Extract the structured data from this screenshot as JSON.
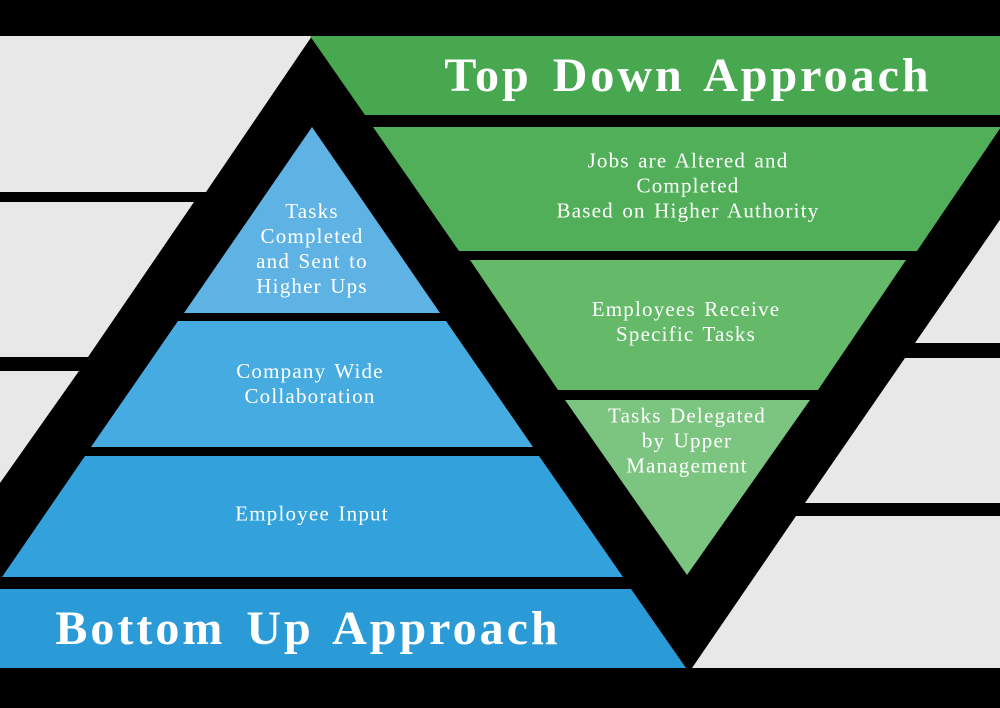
{
  "bottom_up": {
    "title": "Bottom Up Approach",
    "levels": [
      {
        "label": "Tasks\nCompleted\nand Sent to\nHigher Ups"
      },
      {
        "label": "Company Wide\nCollaboration"
      },
      {
        "label": "Employee Input"
      }
    ]
  },
  "top_down": {
    "title": "Top Down Approach",
    "levels": [
      {
        "label": "Jobs are Altered and Completed\nBased on Higher Authority"
      },
      {
        "label": "Employees Receive\nSpecific Tasks"
      },
      {
        "label": "Tasks Delegated\nby Upper\nManagement"
      }
    ]
  },
  "colors": {
    "background": "#000000",
    "backdrop_stripes": "#e8e8e8",
    "text": "#ffffff",
    "bottom_up_levels": [
      "#5fb2e4",
      "#46abe1",
      "#33a2dc",
      "#2a9bd7"
    ],
    "top_down_levels": [
      "#48a850",
      "#52af59",
      "#65ba6a",
      "#7cc580"
    ]
  }
}
